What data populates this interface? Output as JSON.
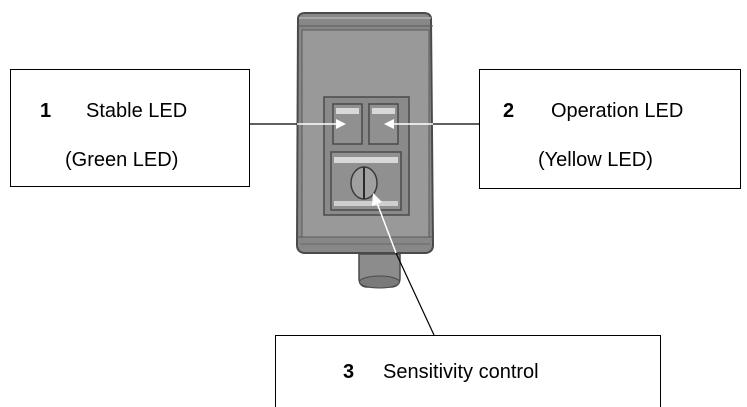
{
  "callouts": {
    "stable": {
      "num": "1",
      "label": "Stable LED",
      "sub": "(Green LED)"
    },
    "operation": {
      "num": "2",
      "label": "Operation LED",
      "sub": "(Yellow LED)"
    },
    "sensitivity": {
      "num": "3",
      "label": "Sensitivity control"
    }
  },
  "colors": {
    "housing": "#878787",
    "housing_face": "#999999",
    "outline": "#4a4a4a",
    "arrow": "#ffffff",
    "leader": "#000000"
  }
}
